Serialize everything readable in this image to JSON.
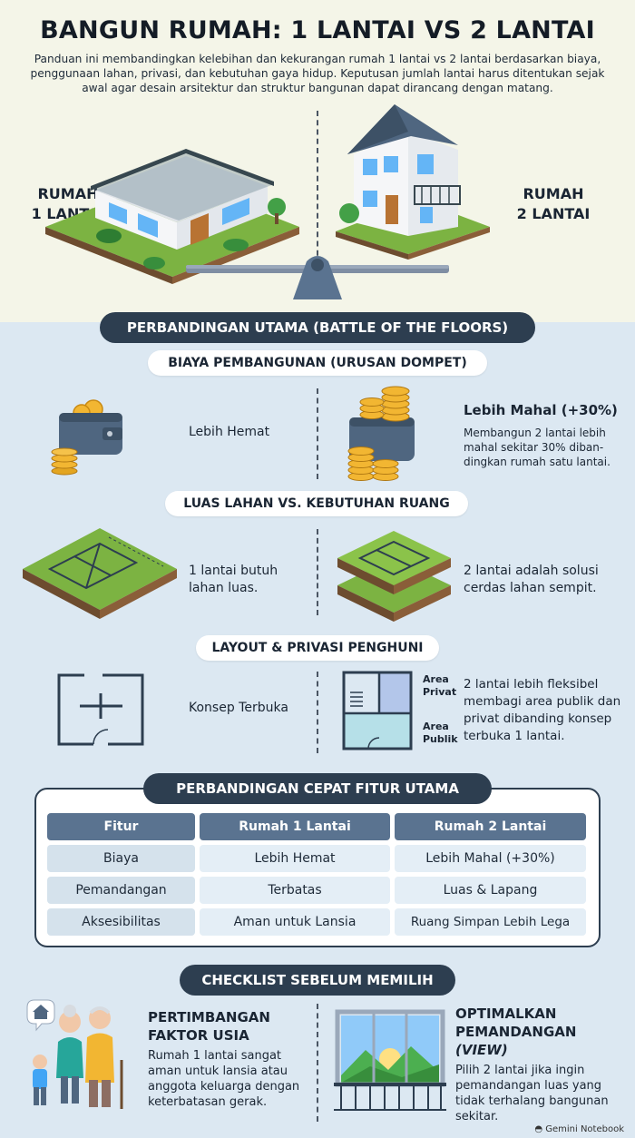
{
  "header": {
    "title": "BANGUN RUMAH: 1 LANTAI VS 2 LANTAI",
    "intro": "Panduan ini membandingkan kelebihan dan kekurangan rumah 1 lantai vs 2 lantai berdasarkan biaya, penggunaan lahan, privasi, dan kebutuhan gaya hidup. Keputusan jumlah lantai harus ditentukan sejak awal agar desain arsitektur dan struktur bangunan dapat dirancang dengan matang.",
    "left_label_1": "RUMAH",
    "left_label_2": "1 LANTAI",
    "right_label_1": "RUMAH",
    "right_label_2": "2 LANTAI"
  },
  "main_section": {
    "title": "PERBANDINGAN UTAMA (BATTLE OF THE FLOORS)",
    "cost": {
      "heading": "BIAYA PEMBANGUNAN (URUSAN DOMPET)",
      "left": "Lebih Hemat",
      "right_title": "Lebih Mahal (+30%)",
      "right_desc_1": "Membangun 2 lantai lebih",
      "right_desc_2": "mahal sekitar 30% diban-",
      "right_desc_3": "dingkan rumah satu lantai."
    },
    "land": {
      "heading": "LUAS LAHAN VS. KEBUTUHAN RUANG",
      "left_1": "1 lantai butuh",
      "left_2": "lahan luas.",
      "right_1": "2 lantai adalah solusi",
      "right_2": "cerdas lahan sempit."
    },
    "layout": {
      "heading": "LAYOUT & PRIVASI PENGHUNI",
      "left": "Konsep Terbuka",
      "private_label_1": "Area",
      "private_label_2": "Privat",
      "public_label_1": "Area",
      "public_label_2": "Publik",
      "right_1": "2 lantai lebih fleksibel",
      "right_2": "membagi area publik dan",
      "right_3": "privat dibanding konsep",
      "right_4": "terbuka 1 lantai."
    }
  },
  "quick_compare": {
    "title": "PERBANDINGAN CEPAT FITUR UTAMA",
    "headers": [
      "Fitur",
      "Rumah 1 Lantai",
      "Rumah 2 Lantai"
    ],
    "rows": [
      [
        "Biaya",
        "Lebih Hemat",
        "Lebih Mahal (+30%)"
      ],
      [
        "Pemandangan",
        "Terbatas",
        "Luas & Lapang"
      ],
      [
        "Aksesibilitas",
        "Aman untuk Lansia",
        "Ruang Simpan Lebih Lega"
      ]
    ]
  },
  "checklist": {
    "title": "CHECKLIST SEBELUM MEMILIH",
    "left_title_1": "PERTIMBANGAN",
    "left_title_2": "FAKTOR USIA",
    "left_desc_1": "Rumah 1 lantai sangat",
    "left_desc_2": "aman untuk lansia atau",
    "left_desc_3": "anggota keluarga dengan",
    "left_desc_4": "keterbatasan gerak.",
    "right_title_1": "OPTIMALKAN",
    "right_title_2": "PEMANDANGAN",
    "right_title_3": "(VIEW)",
    "right_desc_1": "Pilih 2 lantai jika ingin",
    "right_desc_2": "pemandangan luas yang",
    "right_desc_3": "tidak terhalang bangunan",
    "right_desc_4": "sekitar."
  },
  "footer": {
    "brand": "Gemini Notebook"
  },
  "colors": {
    "navy": "#2d3e50",
    "grass": "#7cb342",
    "coin": "#f2b632",
    "wallet": "#4f6680",
    "table_header": "#5a7390"
  },
  "icons": [
    "single-story-house-icon",
    "two-story-house-icon",
    "seesaw-icon",
    "wallet-coins-icon",
    "coin-stack-wallet-icon",
    "land-plot-icon",
    "stacked-land-icon",
    "open-floorplan-icon",
    "zoned-floorplan-icon",
    "elderly-family-icon",
    "window-view-icon"
  ]
}
